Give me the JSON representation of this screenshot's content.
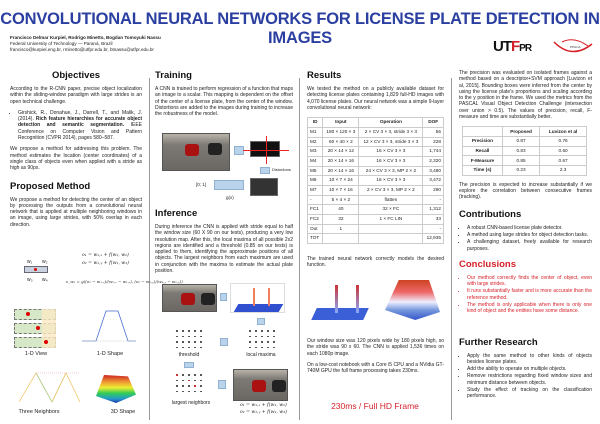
{
  "header": {
    "title": "CONVOLUTIONAL NEURAL NETWORKS FOR LICENSE PLATE DETECTION IN IMAGES",
    "authors": "Francisco Delmar Kurpiel, Rodrigo Minetto, Bogdan Tomoyuki Nassu",
    "affiliation": "Federal University of Technology — Paraná, Brazil",
    "emails": "francisco@kurpiel.eng.br, rminetto@utfpr.edu.br, btnassu@utfpr.edu.br",
    "logo_utfpr": "UTFPR",
    "logo_ppg": "PPGCA"
  },
  "objectives": {
    "heading": "Objectives",
    "p1": "According to the R-CNN paper, precise object localization within the sliding-window paradigm with large strides is an open technical challenge.",
    "ref_authors": "Girshick, R., Donahue, J., Darrell, T., and Malik, J. (2014). ",
    "ref_title": "Rich feature hierarchies for accurate object detection and semantic segmentation.",
    "ref_venue": " IEEE Conference on Computer Vision and Pattern Recognition (CVPR 2014), pages 580–587.",
    "p2": "We propose a method for addressing this problem. The method estimates the location (center coordinates) of a single class of objects even when applied with a stride as high as 90px."
  },
  "proposed": {
    "heading": "Proposed Method",
    "p1": "We propose a method for detecting the center of an object by processing the outputs from a convolutional neural network that is applied at multiple neighboring windows in an image, using large strides, with 50% overlap in each direction.",
    "eq1": "o₁ = w₁,ₓ + f(w₁, w₂)",
    "eq2": "o₂ = w₁,ᵧ + f(w₁, w₃)",
    "eq3": "v_w₁ = g((o₁ − w₁,ₓ)/(w₂,ₓ − w₁,ₓ), (o₂ − w₁,ᵧ)/(w₃,ᵧ − w₁,ᵧ))",
    "w_labels": [
      "w₁",
      "w₂",
      "w₃",
      "w₄"
    ],
    "fig_1d_view": "1-D View",
    "fig_1d_shape": "1-D Shape",
    "fig_three": "Three Neighbors",
    "fig_3d": "3D Shape"
  },
  "training": {
    "heading": "Training",
    "p1": "A CNN is trained to perform regression of a function that maps an image to a scalar. This mapping is dependent on the offset of the center of a license plate, from the center of the window. Distortions are added to the images during training to increase the robustness of the model.",
    "distortions": "Distortions",
    "range": "[0; 1]",
    "gx": "g(x)"
  },
  "inference": {
    "heading": "Inference",
    "p1": "During inference the CNN is applied with stride equal to half the window size (60 X 90 on our tests), producing a very low resolution map. After this, the local maxima of all possible 2x2 regions are identified and a threshold (0.85 on our tests) is applied to them, identifying the approximate positions of all objects. The largest neighbors from each maximum are used in conjunction with the maxima to estimate the actual plate position.",
    "threshold": "threshold",
    "local_maxima": "local maxima",
    "largest_neighbors": "largest neighbors",
    "eq1": "o₁ = w₁,ₓ + f(w₁, w₂)",
    "eq2": "o₂ = w₁,ᵧ + f(w₁, w₃)"
  },
  "results": {
    "heading": "Results",
    "p1": "We tested the method on a publicly available dataset for detecting license plates containing 1,829 full-HD images with 4,070 license plates. Our neural network was a simple 9-layer convolutional neural network:",
    "table_headers": [
      "ID",
      "Input",
      "Operation",
      "DOF"
    ],
    "rows": [
      [
        "M1",
        "180 × 120 × 3",
        "2 × CV 3 × 3, stride 3 × 3",
        "56"
      ],
      [
        "M2",
        "60 × 40 × 2",
        "12 × CV 3 × 3, stride 3 × 3",
        "228"
      ],
      [
        "M3",
        "20 × 14 × 12",
        "16 × CV 3 × 3",
        "1,744"
      ],
      [
        "M4",
        "20 × 14 × 16",
        "16 × CV 3 × 3",
        "2,320"
      ],
      [
        "M5",
        "20 × 14 × 16",
        "24 × CV 3 × 3, MP 2 × 2",
        "3,480"
      ],
      [
        "M6",
        "10 × 7 × 24",
        "16 × CV 3 × 3",
        "3,472"
      ],
      [
        "M7",
        "10 × 7 × 16",
        "2 × CV 3 × 3, MP 2 × 2",
        "290"
      ],
      [
        "-",
        "5 × 4 × 2",
        "flatten",
        "-"
      ],
      [
        "FC1",
        "40",
        "32 × FC",
        "1,312"
      ],
      [
        "FC2",
        "32",
        "1 × FC LIN",
        "33"
      ],
      [
        "Out",
        "1",
        "",
        "-"
      ],
      [
        "TOT",
        "",
        "",
        "12,935"
      ]
    ],
    "p2": "The trained neural network correctly models the desired function.",
    "p3": "Our window size was 120 pixels wide by 180 pixels high, so the stride was 90 x 60. The CNN is applied 1,536 times on each 1080p image.",
    "p4": "On a low-cost notebook with a Core i5 CPU and a NVidia GT-740M GPU the full frame processing takes 230ms.",
    "highlight": "230ms / Full HD Frame"
  },
  "evaluation": {
    "p1": "The precision was evaluated on isolated frames against a method based on a descriptor+SVM approach [Luvizon et al, 2015]. Bounding boxes were inferred from the center by using the license plate's proportions and scaling according to the y position in the frame. We used the metrics from the PASCAL Visual Object Detection Challenge (intersection over union > 0.5). The values of precision, recall, F-measure and time are substantially better.",
    "table_headers": [
      "",
      "Proposed",
      "Luvizon et al"
    ],
    "rows": [
      [
        "Precision",
        "0.87",
        "0.76"
      ],
      [
        "Recall",
        "0.83",
        "0.60"
      ],
      [
        "F-Measure",
        "0.85",
        "0.67"
      ],
      [
        "Time (s)",
        "0.23",
        "2.3"
      ]
    ],
    "p2": "The precision is expected to increase substantially if we explore the correlation between consecutive frames (tracking)."
  },
  "contributions": {
    "heading": "Contributions",
    "items": [
      "A robust CNN-based license plate detector.",
      "A method using large strides for object detection tasks.",
      "A challenging dataset, freely available for research purposes."
    ]
  },
  "conclusions": {
    "heading": "Conclusions",
    "items": [
      "Our method correctly finds the center of object, even with large strides.",
      "It runs substantially faster and is more accurate than the reference method.",
      "The method is only applicable when there is only one kind of object and the entities have some distance."
    ]
  },
  "further": {
    "heading": "Further Research",
    "items": [
      "Apply the same method to other kinds of objects besides license plates.",
      "Add the ability to operate on multiple objects.",
      "Remove restrictions regarding fixed window sizes and minimum distance between objects.",
      "Study the effect of tracking on the classification performance."
    ]
  },
  "colors": {
    "title": "#2b3fa0",
    "accent_red": "#d6212a"
  }
}
